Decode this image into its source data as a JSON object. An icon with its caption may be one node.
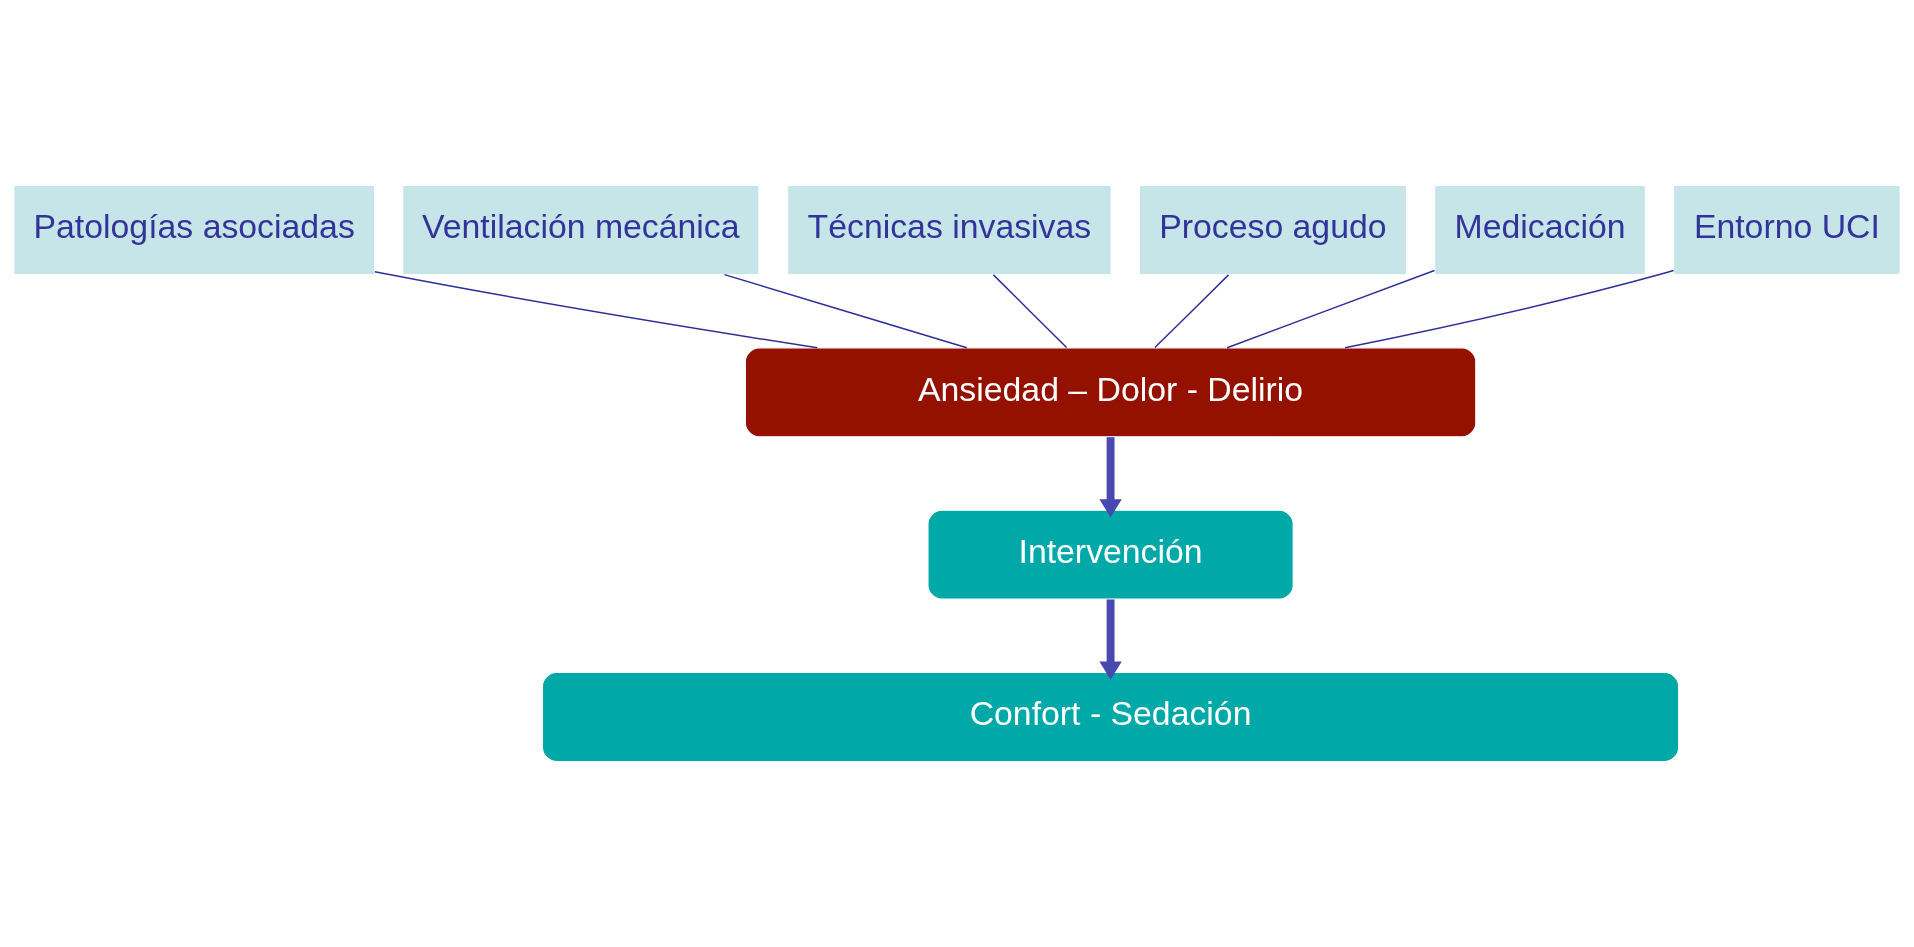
{
  "diagram": {
    "nodes": [
      {
        "text": [
          "Ventilación mecánica"
        ]
      },
      {
        "text": [
          "Técnicas invasivas"
        ]
      },
      {
        "text": [
          "Proceso agudo"
        ]
      },
      {
        "text": [
          "Medicación"
        ]
      },
      {
        "text": [
          "Patologías asociadas"
        ]
      },
      {
        "text": [
          "Entorno UCI"
        ]
      },
      {
        "text": [
          "Ansiedad – Dolor - Delirio"
        ]
      },
      {
        "text": [
          "Intervención"
        ]
      },
      {
        "text": [
          "Confort - Sedación"
        ]
      }
    ],
    "edges": [
      {
        "from": 0,
        "to": 6,
        "arrow": "none"
      },
      {
        "from": 1,
        "to": 6,
        "arrow": "none"
      },
      {
        "from": 2,
        "to": 6,
        "arrow": "none"
      },
      {
        "from": 3,
        "to": 6,
        "arrow": "none"
      },
      {
        "from": 4,
        "to": 6,
        "arrow": "none"
      },
      {
        "from": 5,
        "to": 6,
        "arrow": "none"
      },
      {
        "from": 6,
        "to": 7,
        "arrow": "to",
        "style": "thick",
        "color": "#4848b0"
      },
      {
        "from": 7,
        "to": 8,
        "arrow": "to",
        "style": "thick",
        "color": "#4848b0"
      }
    ]
  }
}
